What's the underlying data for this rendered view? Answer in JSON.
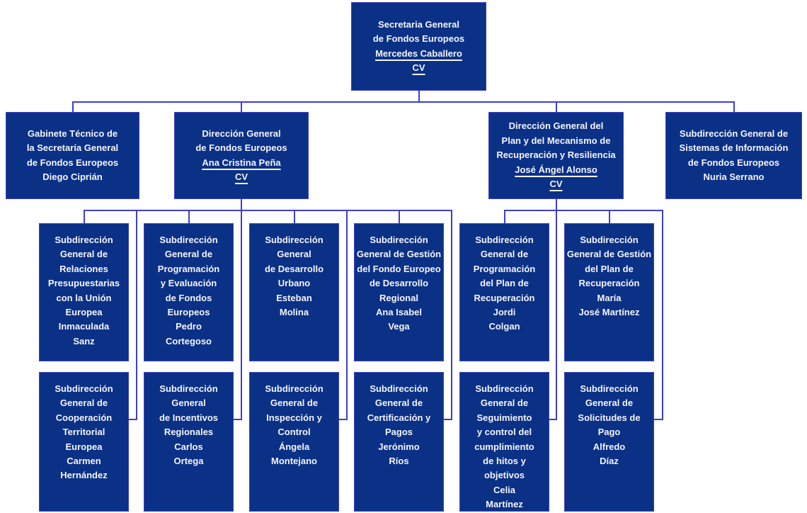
{
  "palette": {
    "box_fill": "#0a3186",
    "box_border": "#4040c6",
    "line_color": "#3e3ec9",
    "text_color": "#f5f4fb"
  },
  "org_chart": {
    "root": {
      "title": "Secretaria General\nde Fondos Europeos",
      "person": "Mercedes Caballero",
      "cv": "CV"
    },
    "level2": [
      {
        "title": "Gabinete Técnico de\nla Secretaría General\nde Fondos Europeos",
        "person": "Diego Ciprián"
      },
      {
        "title": "Dirección General\nde Fondos Europeos",
        "person": "Ana Cristina Peña",
        "cv": "CV"
      },
      {
        "title": "Dirección General del\nPlan y del Mecanismo de\nRecuperación y Resiliencia",
        "person": "José Ángel Alonso",
        "cv": "CV"
      },
      {
        "title": "Subdirección General de\nSistemas de Información\nde Fondos Europeos",
        "person": "Nuria Serrano"
      }
    ],
    "row3": [
      {
        "title": "Subdirección\nGeneral de\nRelaciones\nPresupuestarias\ncon la Unión\nEuropea",
        "person": "Inmaculada\nSanz"
      },
      {
        "title": "Subdirección\nGeneral de\nProgramación\ny Evaluación\nde Fondos\nEuropeos",
        "person": "Pedro\nCortegoso"
      },
      {
        "title": "Subdirección\nGeneral\nde Desarrollo\nUrbano",
        "person": "Esteban\nMolina"
      },
      {
        "title": "Subdirección\nGeneral de Gestión\ndel Fondo Europeo\nde Desarrollo\nRegional",
        "person": "Ana Isabel\nVega"
      },
      {
        "title": "Subdirección\nGeneral de\nProgramación\ndel Plan de\nRecuperación",
        "person": "Jordi\nColgan"
      },
      {
        "title": "Subdirección\nGeneral de Gestión\ndel Plan de\nRecuperación",
        "person": "María\nJosé Martínez"
      }
    ],
    "row4": [
      {
        "title": "Subdirección\nGeneral de\nCooperación\nTerritorial\nEuropea",
        "person": "Carmen\nHernández"
      },
      {
        "title": "Subdirección\nGeneral\nde Incentivos\nRegionales",
        "person": "Carlos\nOrtega"
      },
      {
        "title": "Subdirección\nGeneral de\nInspección y\nControl",
        "person": "Ángela\nMontejano"
      },
      {
        "title": "Subdirección\nGeneral de\nCertificación y\nPagos",
        "person": "Jerónimo\nRíos"
      },
      {
        "title": "Subdirección\nGeneral de\nSeguimiento\ny control del\ncumplimiento\nde hitos y\nobjetivos",
        "person": "Celia\nMartínez"
      },
      {
        "title": "Subdirección\nGeneral de\nSolicitudes de\nPago",
        "person": "Alfredo\nDíaz"
      }
    ]
  }
}
